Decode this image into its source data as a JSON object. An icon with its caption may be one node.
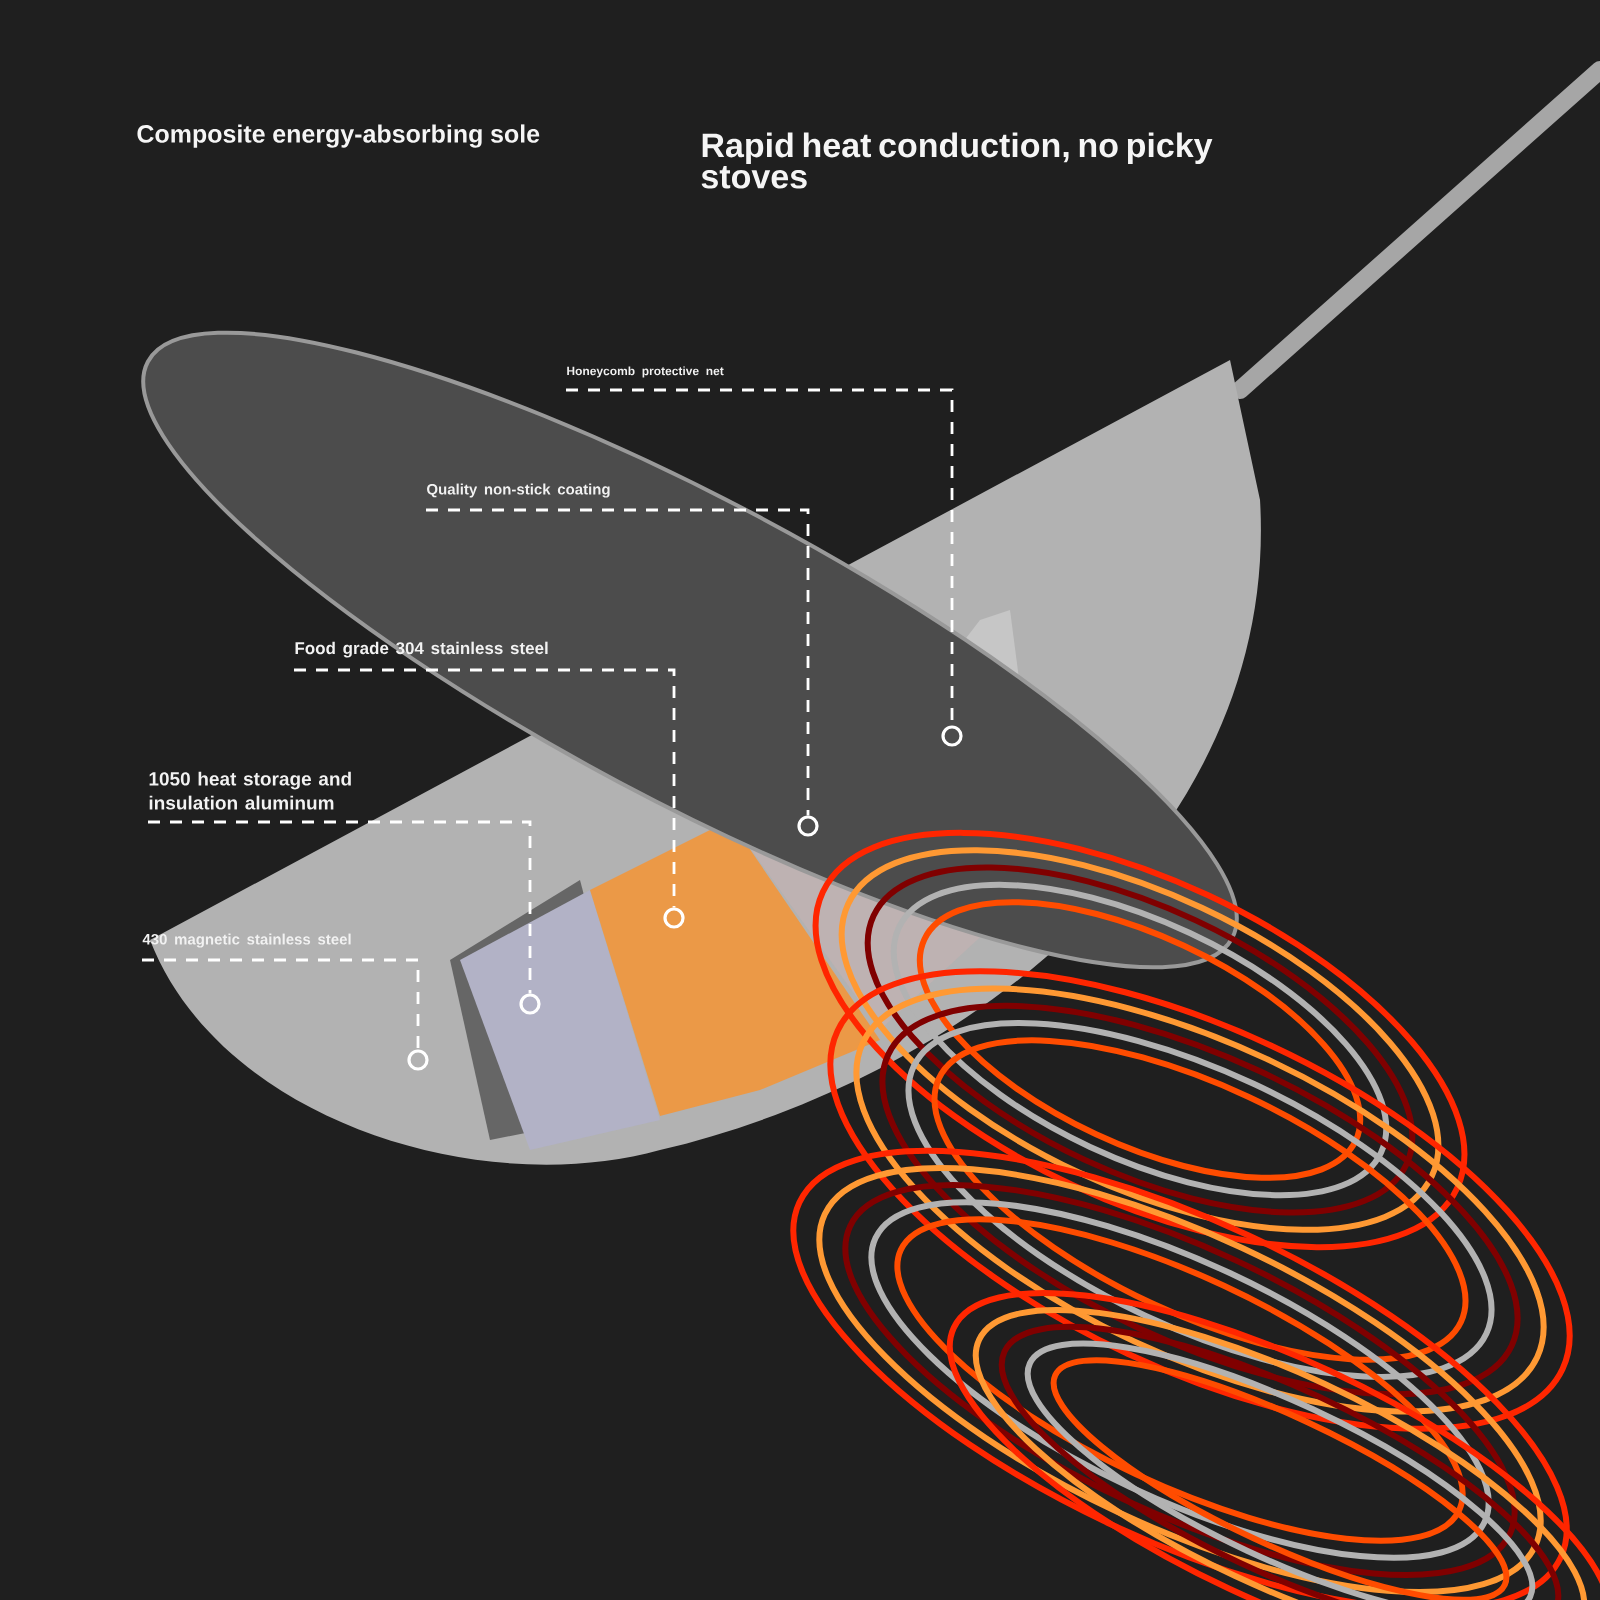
{
  "diagram": {
    "nodes": [
      {
        "text": [
          "Honeycomb protective net"
        ]
      },
      {
        "text": [
          "Quality non-stick coating"
        ]
      },
      {
        "text": [
          "Food grade 304 stainless steel"
        ]
      },
      {
        "text": [
          "1050 heat storage and insulation aluminum"
        ]
      },
      {
        "text": [
          "430 magnetic stainless steel"
        ]
      },
      {
        "text": [],
        "shape": "circle"
      },
      {
        "text": [],
        "shape": "circle"
      },
      {
        "text": [],
        "shape": "circle"
      },
      {
        "text": [],
        "shape": "circle"
      },
      {
        "text": [],
        "shape": "circle"
      }
    ],
    "edges": [
      {
        "from": 0,
        "to": 5,
        "arrow": "none",
        "style": "dashed"
      },
      {
        "from": 1,
        "to": 6,
        "arrow": "none",
        "style": "dashed"
      },
      {
        "from": 2,
        "to": 7,
        "arrow": "none",
        "style": "dashed"
      },
      {
        "from": 3,
        "to": 8,
        "arrow": "none",
        "style": "dashed"
      },
      {
        "from": 4,
        "to": 9,
        "arrow": "none",
        "style": "dashed"
      }
    ],
    "labels": [
      "Composite energy-absorbing sole",
      "Rapid heat conduction, no picky stoves"
    ]
  }
}
